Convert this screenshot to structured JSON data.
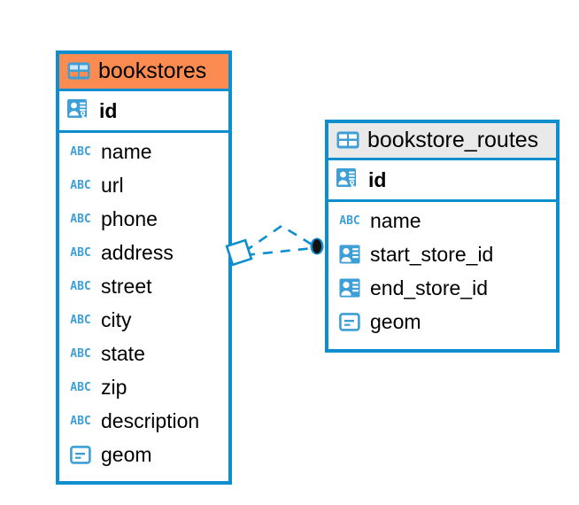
{
  "diagram": {
    "background_color": "#ffffff",
    "accent_color": "#0d8ecf",
    "highlight_header_color": "#fb8b51",
    "normal_header_color": "#e9e9e9"
  },
  "entities": [
    {
      "name": "bookstores",
      "header_style": "orange",
      "table_icon": "table-icon",
      "primary_key": {
        "label": "id",
        "icon": "primary-key-icon"
      },
      "fields": [
        {
          "label": "name",
          "icon": "text-type-icon",
          "type": "abc"
        },
        {
          "label": "url",
          "icon": "text-type-icon",
          "type": "abc"
        },
        {
          "label": "phone",
          "icon": "text-type-icon",
          "type": "abc"
        },
        {
          "label": "address",
          "icon": "text-type-icon",
          "type": "abc"
        },
        {
          "label": "street",
          "icon": "text-type-icon",
          "type": "abc"
        },
        {
          "label": "city",
          "icon": "text-type-icon",
          "type": "abc"
        },
        {
          "label": "state",
          "icon": "text-type-icon",
          "type": "abc"
        },
        {
          "label": "zip",
          "icon": "text-type-icon",
          "type": "abc"
        },
        {
          "label": "description",
          "icon": "text-type-icon",
          "type": "abc"
        },
        {
          "label": "geom",
          "icon": "geometry-type-icon",
          "type": "geom"
        }
      ]
    },
    {
      "name": "bookstore_routes",
      "header_style": "grey",
      "table_icon": "table-icon",
      "primary_key": {
        "label": "id",
        "icon": "primary-key-icon"
      },
      "fields": [
        {
          "label": "name",
          "icon": "text-type-icon",
          "type": "abc"
        },
        {
          "label": "start_store_id",
          "icon": "foreign-key-icon",
          "type": "fk"
        },
        {
          "label": "end_store_id",
          "icon": "foreign-key-icon",
          "type": "fk"
        },
        {
          "label": "geom",
          "icon": "geometry-type-icon",
          "type": "geom"
        }
      ]
    }
  ],
  "relationship": {
    "style": "dashed",
    "color": "#0d8ecf",
    "source_marker": "rotated-square-marker",
    "target_marker": "filled-circle-marker",
    "source_entity": "bookstores",
    "target_entity": "bookstore_routes"
  }
}
